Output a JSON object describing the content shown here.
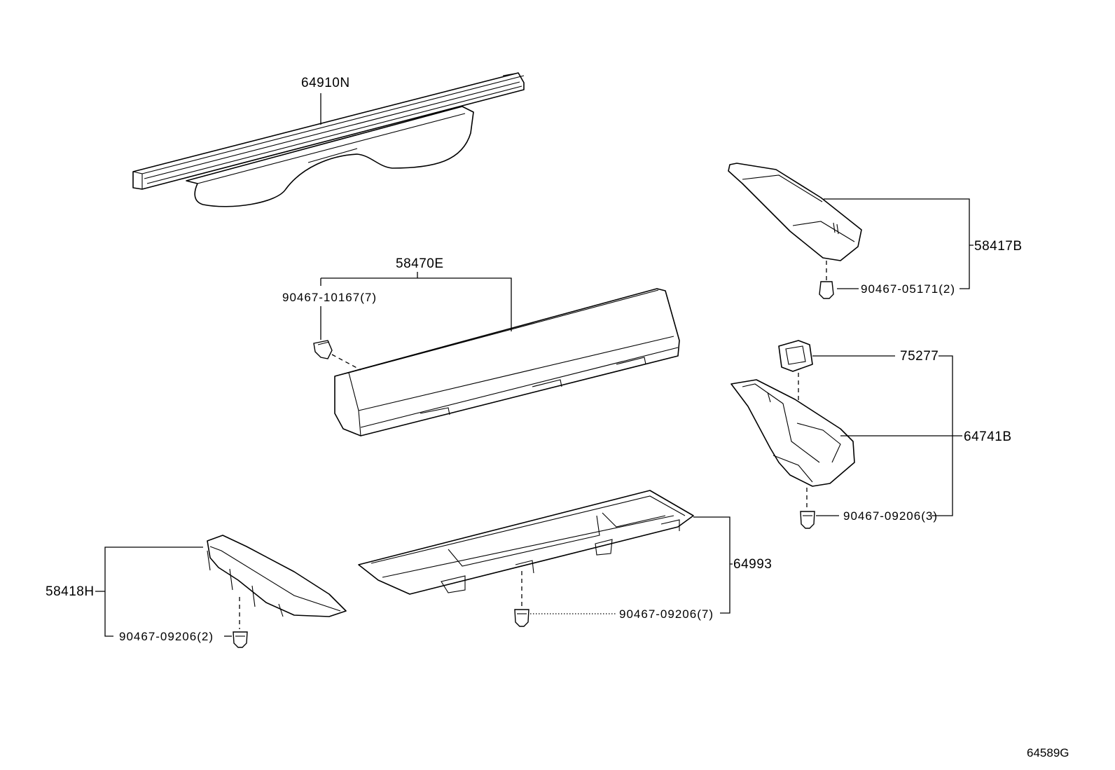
{
  "diagram_id": "64589G",
  "parts": {
    "tonneau_cover": "64910N",
    "deck_trim_front": "58470E",
    "front_clip": "90467-10167(7)",
    "side_cover_right": "58417B",
    "right_clip": "90467-05171(2)",
    "seal": "75277",
    "deck_side_box": "64741B",
    "box_clip": "90467-09206(3)",
    "under_tray": "64993",
    "tray_clip": "90467-09206(7)",
    "side_trim_left": "58418H",
    "left_clip": "90467-09206(2)"
  }
}
